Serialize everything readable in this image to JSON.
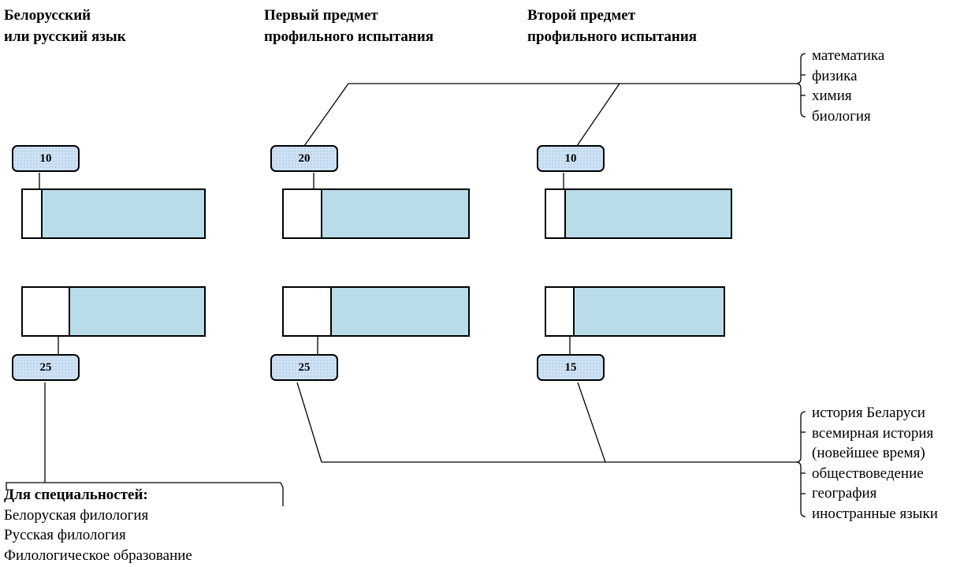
{
  "headings": [
    {
      "line1": "Белорусский",
      "line2": "или русский язык"
    },
    {
      "line1": "Первый предмет",
      "line2": "профильного испытания"
    },
    {
      "line1": "Второй предмет",
      "line2": "профильного испытания"
    }
  ],
  "columns": [
    {
      "top_badge": "10",
      "bottom_badge": "25",
      "top_level": 0.1,
      "bottom_level": 0.25
    },
    {
      "top_badge": "20",
      "bottom_badge": "25",
      "top_level": 0.2,
      "bottom_level": 0.25
    },
    {
      "top_badge": "10",
      "bottom_badge": "15",
      "top_level": 0.1,
      "bottom_level": 0.15
    }
  ],
  "first_group_subjects": [
    "математика",
    "физика",
    "химия",
    "биология"
  ],
  "second_group_subjects": [
    "история Беларуси",
    "всемирная история",
    "(новейшее время)",
    "обществоведение",
    "география",
    "иностранные языки"
  ],
  "specialties": {
    "title": "Для специальностей:",
    "items": [
      "Белоруская филология",
      "Русская филология",
      "Филологическое образование"
    ]
  }
}
